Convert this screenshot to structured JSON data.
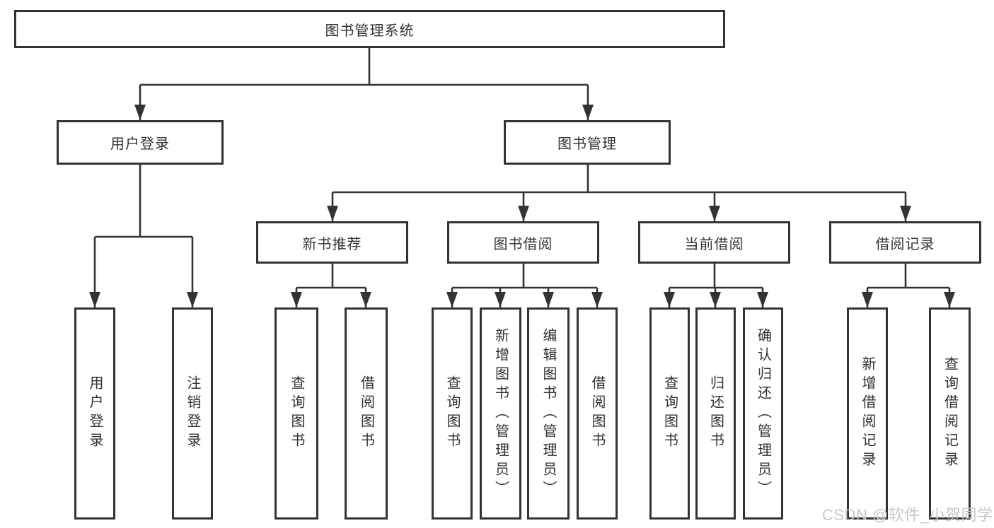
{
  "tree": {
    "root": {
      "label": "图书管理系统"
    },
    "branches": [
      {
        "label": "用户登录",
        "children": [
          "用户登录",
          "注销登录"
        ]
      },
      {
        "label": "图书管理",
        "groups": [
          {
            "label": "新书推荐",
            "children": [
              "查询图书",
              "借阅图书"
            ]
          },
          {
            "label": "图书借阅",
            "children": [
              "查询图书",
              "新增图书（管理员）",
              "编辑图书（管理员）",
              "借阅图书"
            ]
          },
          {
            "label": "当前借阅",
            "children": [
              "查询图书",
              "归还图书",
              "确认归还（管理员）"
            ]
          },
          {
            "label": "借阅记录",
            "children": [
              "新增借阅记录",
              "查询借阅记录"
            ]
          }
        ]
      }
    ]
  },
  "watermark": "CSDN @软件_小贺同学",
  "colors": {
    "line": "#333333",
    "box_border": "#333333",
    "text": "#333333",
    "watermark": "#c8c8c8",
    "background": "#ffffff"
  }
}
